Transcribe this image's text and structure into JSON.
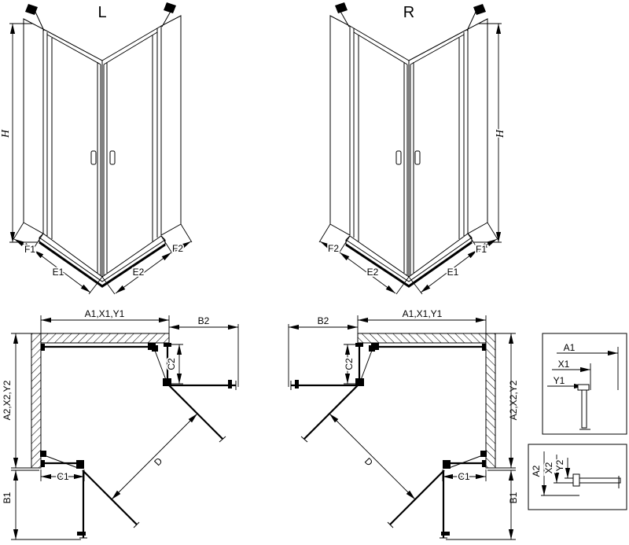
{
  "views": {
    "l3d": {
      "title": "L",
      "h": "H",
      "f1": "F1",
      "e1": "E1",
      "e2": "E2",
      "f2": "F2"
    },
    "r3d": {
      "title": "R",
      "h": "H",
      "f1": "F1",
      "e1": "E1",
      "e2": "E2",
      "f2": "F2"
    },
    "lplan": {
      "a1": "A1,X1,Y1",
      "b2": "B2",
      "c2": "C2",
      "a2": "A2,X2,Y2",
      "c1": "C1",
      "d": "D",
      "b1": "B1"
    },
    "rplan": {
      "a1": "A1,X1,Y1",
      "b2": "B2",
      "c2": "C2",
      "a2": "A2,X2,Y2",
      "c1": "C1",
      "d": "D",
      "b1": "B1"
    },
    "detail1": {
      "a1": "A1",
      "x1": "X1",
      "y1": "Y1"
    },
    "detail2": {
      "a2": "A2",
      "x2": "X2",
      "y2": "Y2"
    }
  }
}
